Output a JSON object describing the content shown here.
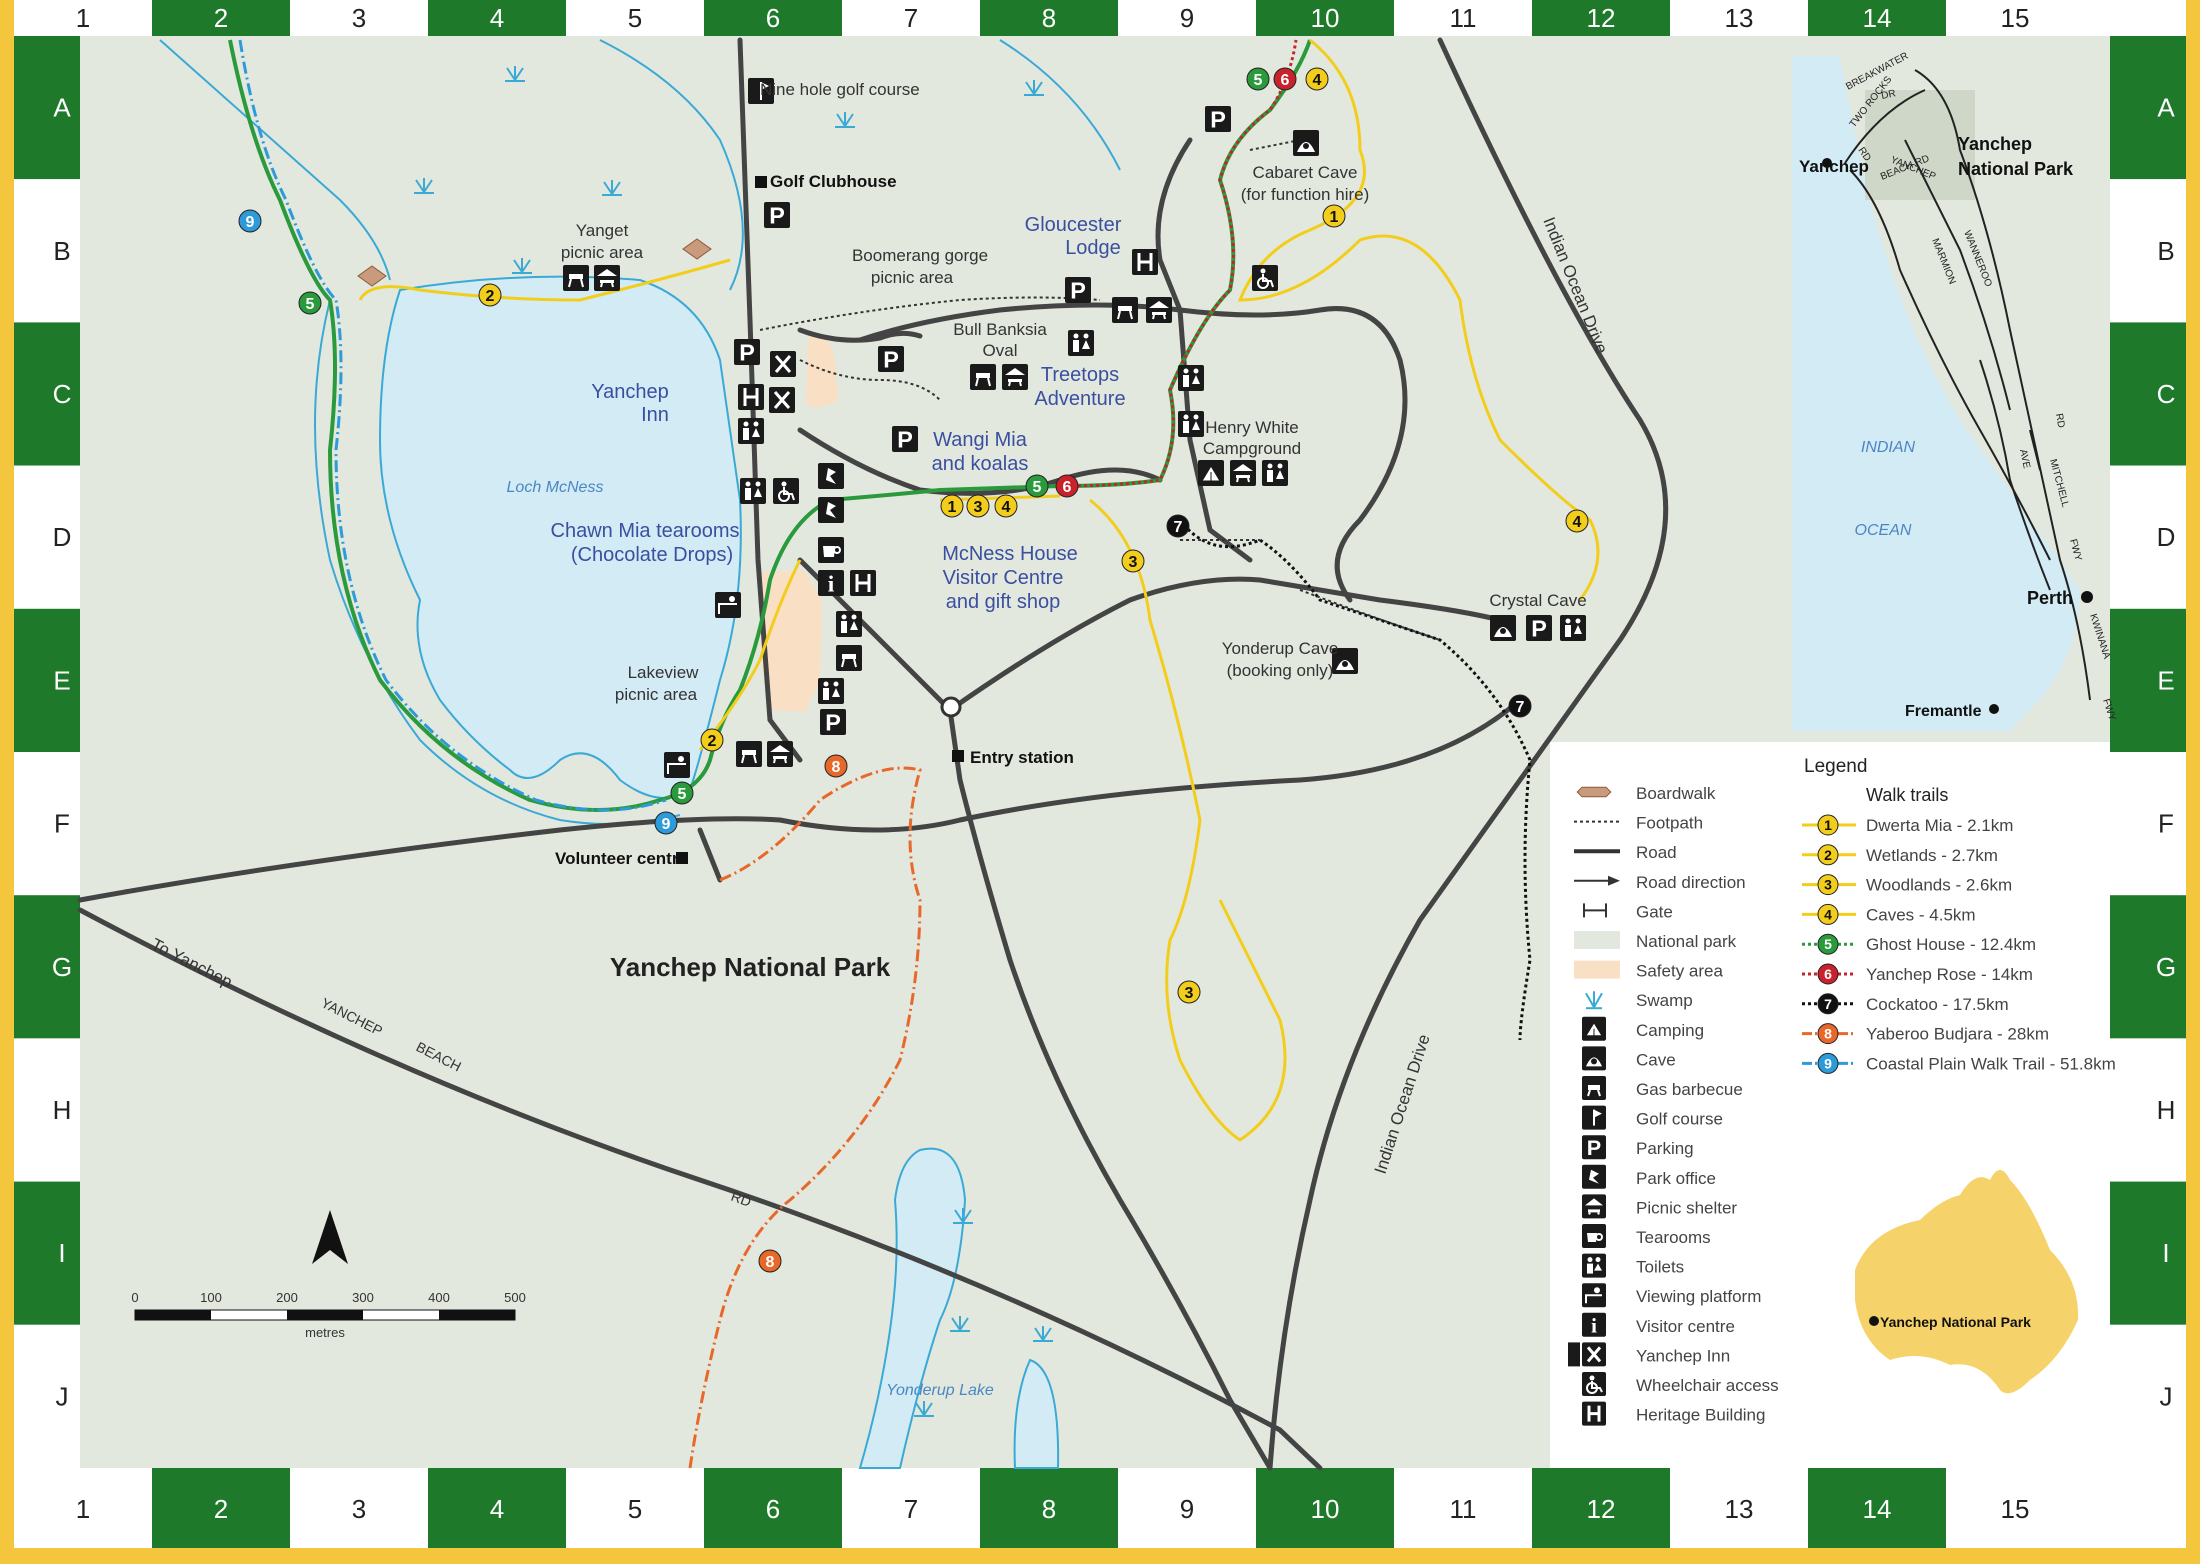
{
  "grid": {
    "columns": [
      "1",
      "2",
      "3",
      "4",
      "5",
      "6",
      "7",
      "8",
      "9",
      "10",
      "11",
      "12",
      "13",
      "14",
      "15"
    ],
    "rows": [
      "A",
      "B",
      "C",
      "D",
      "E",
      "F",
      "G",
      "H",
      "I",
      "J"
    ]
  },
  "colors": {
    "frame_yellow": "#f4c63d",
    "grid_green": "#1e7a2a",
    "park_green": "#e3e8df",
    "safety_area": "#f9dfc4",
    "water": "#d2ebf5",
    "water_edge": "#3aa9d6",
    "road": "#444444",
    "trail_dwerta": "#f2cd1b",
    "trail_ghost": "#2a9a3c",
    "trail_rose": "#c8232c",
    "trail_cockatoo": "#111111",
    "trail_yaberoo": "#e8682a",
    "trail_coastal": "#2d9ad9",
    "map_label_blue": "#3a4fa0"
  },
  "map": {
    "title": "Yanchep National Park",
    "places": {
      "golf": "Nine hole golf course",
      "clubhouse": "Golf Clubhouse",
      "yanget_1": "Yanget",
      "yanget_2": "picnic area",
      "boomerang_1": "Boomerang gorge",
      "boomerang_2": "picnic area",
      "gloucester_1": "Gloucester",
      "gloucester_2": "Lodge",
      "cabaret_1": "Cabaret Cave",
      "cabaret_2": "(for function hire)",
      "bullbanksia_1": "Bull Banksia",
      "bullbanksia_2": "Oval",
      "treetops_1": "Treetops",
      "treetops_2": "Adventure",
      "yanchepinn_1": "Yanchep",
      "yanchepinn_2": "Inn",
      "henrywhite_1": "Henry White",
      "henrywhite_2": "Campground",
      "wangimia_1": "Wangi Mia",
      "wangimia_2": "and koalas",
      "lochmcness": "Loch McNess",
      "chawnmia_1": "Chawn Mia tearooms",
      "chawnmia_2": "(Chocolate Drops)",
      "mcness_1": "McNess House",
      "mcness_2": "Visitor Centre",
      "mcness_3": "and gift shop",
      "crystalcave": "Crystal Cave",
      "yonderup_1": "Yonderup Cave",
      "yonderup_2": "(booking only)",
      "lakeview_1": "Lakeview",
      "lakeview_2": "picnic area",
      "entry": "Entry station",
      "volunteer": "Volunteer centre",
      "indian_ocean_drive": "Indian Ocean Drive",
      "to_yanchep": "To Yanchep",
      "road_yanchep": "YANCHEP",
      "road_beach": "BEACH",
      "road_rd": "RD",
      "yonderup_lake": "Yonderup Lake"
    },
    "scale": {
      "ticks": [
        "0",
        "100",
        "200",
        "300",
        "400",
        "500"
      ],
      "unit": "metres"
    }
  },
  "legend": {
    "title": "Legend",
    "items": [
      {
        "label": "Boardwalk",
        "icon": "boardwalk"
      },
      {
        "label": "Footpath",
        "icon": "footpath"
      },
      {
        "label": "Road",
        "icon": "road"
      },
      {
        "label": "Road direction",
        "icon": "road-direction"
      },
      {
        "label": "Gate",
        "icon": "gate"
      },
      {
        "label": "National park",
        "icon": "national-park"
      },
      {
        "label": "Safety area",
        "icon": "safety-area"
      },
      {
        "label": "Swamp",
        "icon": "swamp"
      },
      {
        "label": "Camping",
        "icon": "camping"
      },
      {
        "label": "Cave",
        "icon": "cave"
      },
      {
        "label": "Gas barbecue",
        "icon": "gas-barbecue"
      },
      {
        "label": "Golf course",
        "icon": "golf-course"
      },
      {
        "label": "Parking",
        "icon": "parking"
      },
      {
        "label": "Park office",
        "icon": "park-office"
      },
      {
        "label": "Picnic shelter",
        "icon": "picnic-shelter"
      },
      {
        "label": "Tearooms",
        "icon": "tearooms"
      },
      {
        "label": "Toilets",
        "icon": "toilets"
      },
      {
        "label": "Viewing platform",
        "icon": "viewing-platform"
      },
      {
        "label": "Visitor centre",
        "icon": "visitor-centre"
      },
      {
        "label": "Yanchep Inn",
        "icon": "yanchep-inn"
      },
      {
        "label": "Wheelchair access",
        "icon": "wheelchair"
      },
      {
        "label": "Heritage Building",
        "icon": "heritage-building"
      }
    ],
    "trails_title": "Walk trails",
    "trails": [
      {
        "number": "1",
        "label": "Dwerta Mia - 2.1km",
        "color": "#f2cd1b",
        "style": "solid"
      },
      {
        "number": "2",
        "label": "Wetlands - 2.7km",
        "color": "#f2cd1b",
        "style": "solid"
      },
      {
        "number": "3",
        "label": "Woodlands - 2.6km",
        "color": "#f2cd1b",
        "style": "solid"
      },
      {
        "number": "4",
        "label": "Caves - 4.5km",
        "color": "#f2cd1b",
        "style": "solid"
      },
      {
        "number": "5",
        "label": "Ghost House - 12.4km",
        "color": "#2a9a3c",
        "style": "dotted"
      },
      {
        "number": "6",
        "label": "Yanchep Rose - 14km",
        "color": "#c8232c",
        "style": "dotted"
      },
      {
        "number": "7",
        "label": "Cockatoo - 17.5km",
        "color": "#111111",
        "style": "dotted"
      },
      {
        "number": "8",
        "label": "Yaberoo Budjara - 28km",
        "color": "#e8682a",
        "style": "dashdot"
      },
      {
        "number": "9",
        "label": "Coastal Plain Walk Trail - 51.8km",
        "color": "#2d9ad9",
        "style": "dashdot"
      }
    ]
  },
  "inset": {
    "park": "Yanchep National Park",
    "park_1": "Yanchep",
    "park_2": "National Park",
    "yanchep": "Yanchep",
    "perth": "Perth",
    "fremantle": "Fremantle",
    "ocean_1": "INDIAN",
    "ocean_2": "OCEAN",
    "roads": {
      "breakwater": "BREAKWATER",
      "dr": "DR",
      "tworocks": "TWO ROCKS",
      "rd": "RD",
      "yanchep": "YANCHEP",
      "beachrd": "BEACH RD",
      "wanneroo": "WANNEROO",
      "marmion": "MARMION",
      "ave": "AVE",
      "rd2": "RD",
      "mitchell": "MITCHELL",
      "fwy": "FWY",
      "kwinana": "KWINANA",
      "fwy2": "FWY"
    }
  }
}
